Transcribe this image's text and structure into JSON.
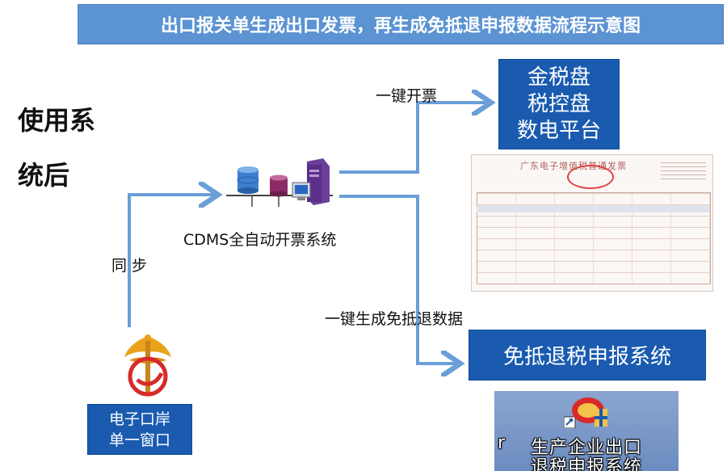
{
  "title": "出口报关单生成出口发票，再生成免抵退申报数据流程示意图",
  "side_label": {
    "line1": "使用系",
    "line2": "统后"
  },
  "boxes": {
    "tax_disk": {
      "line1": "金税盘",
      "line2": "税控盘",
      "line3": "数电平台"
    },
    "refund_system": "免抵退税申报系统",
    "eport": {
      "line1": "电子口岸",
      "line2": "单一窗口"
    }
  },
  "labels": {
    "one_click_invoice": "一键开票",
    "cdms": "CDMS全自动开票系统",
    "sync": "同 步",
    "one_click_refund": "一键生成免抵退数据"
  },
  "invoice_image": {
    "title": "广东电子增值税普通发票"
  },
  "software_image": {
    "line1": "生产企业出口",
    "line2": "退税申报系统",
    "edge_char": "r"
  },
  "colors": {
    "title_bar": "#5b93d3",
    "box_fill": "#1a5bb0",
    "arrow": "#6a9fd8"
  }
}
